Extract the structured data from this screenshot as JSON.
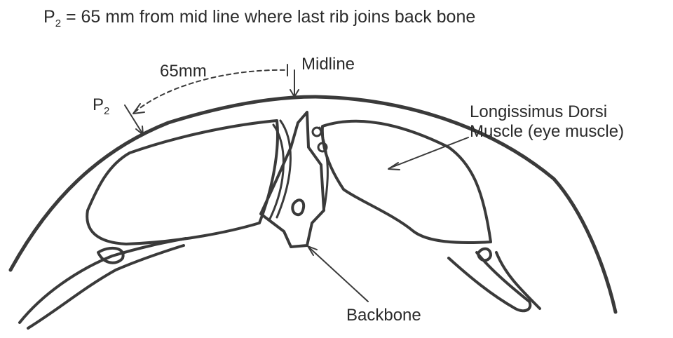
{
  "title": {
    "symbol": "P",
    "subscript": "2",
    "text": " =  65 mm from mid line where last rib joins back bone"
  },
  "labels": {
    "measurement": "65mm",
    "midline": "Midline",
    "p2_symbol": "P",
    "p2_subscript": "2",
    "muscle_line1": "Longissimus Dorsi",
    "muscle_line2": "Muscle (eye muscle)",
    "backbone": "Backbone"
  }
}
